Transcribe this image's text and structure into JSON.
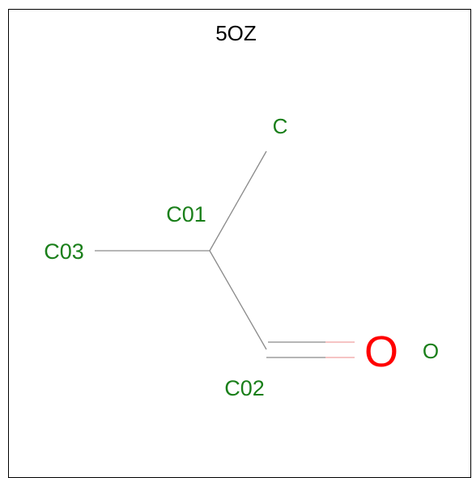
{
  "title": "5OZ",
  "colors": {
    "bond": "#8a8a8a",
    "carbon_label": "#1a7f1a",
    "oxygen": "#ff0000",
    "oxygen_bond": "#f0a0a0",
    "frame": "#000000"
  },
  "atoms": {
    "c": "C",
    "c01": "C01",
    "c03": "C03",
    "c02": "C02",
    "o_element": "O",
    "o_name": "O"
  }
}
